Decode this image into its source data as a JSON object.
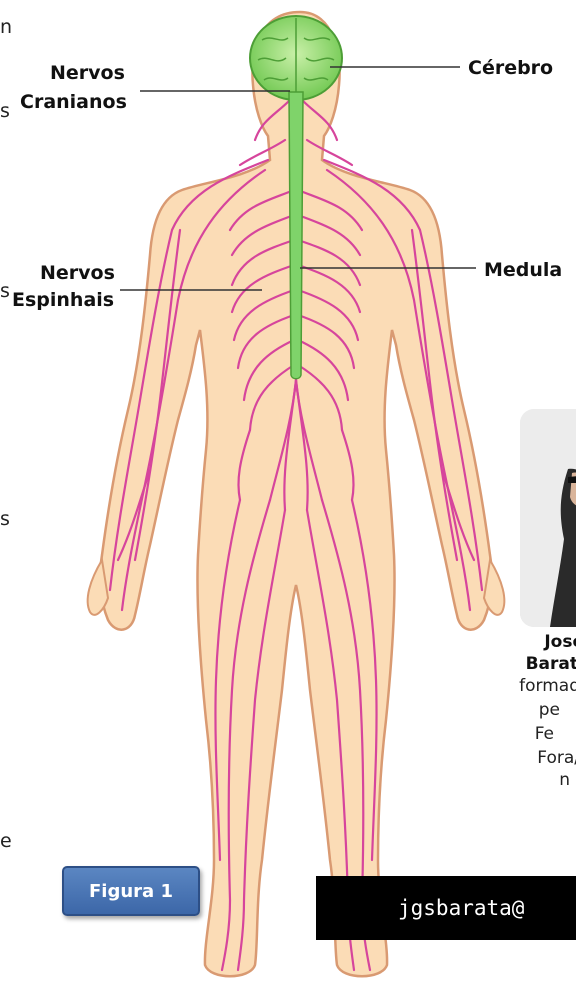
{
  "labels": {
    "nervos_cranianos": [
      "Nervos",
      "Cranianos"
    ],
    "cerebro": "Cérebro",
    "nervos_espinhais": [
      "Nervos",
      "Espinhais"
    ],
    "medula": "Medula"
  },
  "figure_button": "Figura 1",
  "author": {
    "name_line1": "José",
    "name_line2": "Barat",
    "bio_lines": [
      "formad",
      "pe",
      "Fe",
      "Fora/",
      "n"
    ]
  },
  "email": "jgsbarata@",
  "left_edge_text": [
    "n",
    "s",
    "s",
    "s",
    "e"
  ],
  "colors": {
    "body_fill": "#fbdcb6",
    "body_outline": "#d99a72",
    "nerve": "#d6459c",
    "brain": "#9be07a",
    "spinal_cord": "#7fd36a",
    "badge": "#4a75b6"
  }
}
